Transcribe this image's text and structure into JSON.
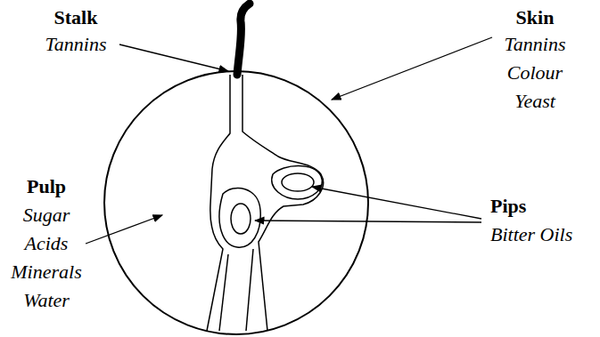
{
  "diagram": {
    "labels": [
      "Stalk",
      "Tannins",
      "Skin",
      "Tannins",
      "Colour",
      "Yeast",
      "Pulp",
      "Sugar",
      "Acids",
      "Minerals",
      "Water",
      "Pips",
      "Bitter Oils"
    ]
  }
}
